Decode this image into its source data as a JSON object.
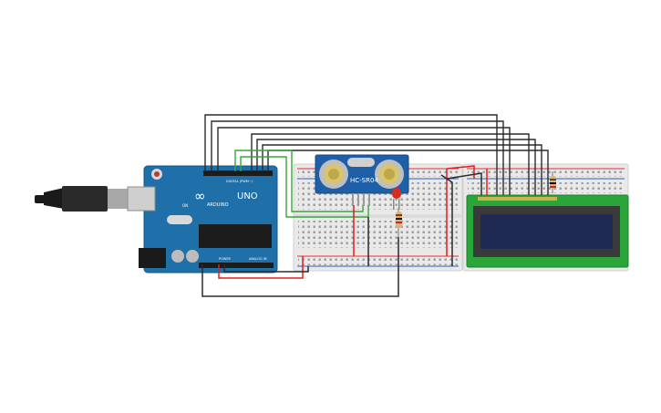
{
  "components": {
    "arduino": {
      "brand": "ARDUINO",
      "model": "UNO",
      "on_label": "ON",
      "digital_header": "DIGITAL (PWM~)",
      "power_header": "POWER",
      "analog_header": "ANALOG IN"
    },
    "sensor": {
      "label": "HC-SR04"
    },
    "led": {
      "color": "#d62b1f"
    },
    "resistors": [
      {
        "name": "resistor-led"
      },
      {
        "name": "resistor-lcd"
      }
    ],
    "lcd": {
      "screen_color": "#1e2a54",
      "board_color": "#2aa53a"
    }
  },
  "colors": {
    "arduino_board": "#1f6fa8",
    "breadboard": "#e9e9e9",
    "wire_black": "#2b2b2b",
    "wire_red": "#e01f1f",
    "wire_green": "#36a83a",
    "rail_red": "#e52b2b",
    "rail_blue": "#2f5dbd"
  }
}
